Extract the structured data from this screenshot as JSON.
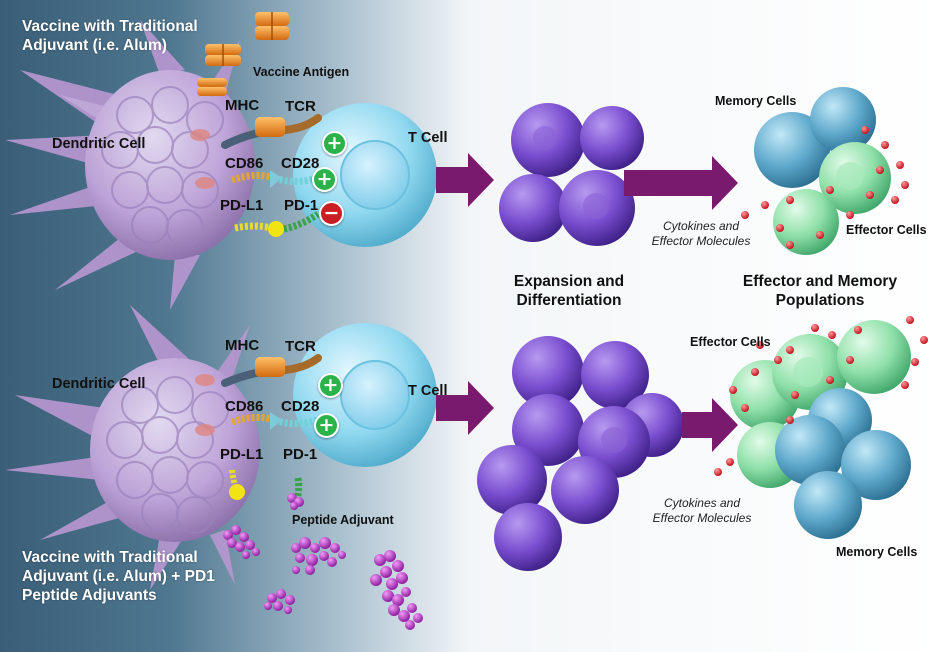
{
  "top_panel": {
    "title": "Vaccine with Traditional Adjuvant (i.e. Alum)",
    "vaccine_antigen": "Vaccine Antigen",
    "dendritic_cell": "Dendritic Cell",
    "mhc": "MHC",
    "tcr": "TCR",
    "cd86": "CD86",
    "cd28": "CD28",
    "pdl1": "PD-L1",
    "pd1": "PD-1",
    "t_cell": "T Cell",
    "signals": [
      "+",
      "+",
      "−"
    ],
    "memory_cells": "Memory Cells",
    "effector_cells": "Effector Cells",
    "cytokines": "Cytokines and Effector Molecules"
  },
  "middle": {
    "expansion": "Expansion and Differentiation",
    "effector_memory": "Effector and Memory Populations"
  },
  "bottom_panel": {
    "title": "Vaccine with Traditional Adjuvant (i.e. Alum) + PD1 Peptide Adjuvants",
    "dendritic_cell": "Dendritic Cell",
    "mhc": "MHC",
    "tcr": "TCR",
    "cd86": "CD86",
    "cd28": "CD28",
    "pdl1": "PD-L1",
    "pd1": "PD-1",
    "t_cell": "T Cell",
    "peptide_adjuvant": "Peptide Adjuvant",
    "signals": [
      "+",
      "+"
    ],
    "effector_cells": "Effector Cells",
    "memory_cells": "Memory Cells",
    "cytokines": "Cytokines and Effector Molecules"
  },
  "colors": {
    "background_left": "#3a5e77",
    "dendritic_cell": "#c7a8de",
    "t_cell": "#8fd8f0",
    "expanded_cell": "#7a4ed0",
    "memory_cell": "#5fa9cc",
    "effector_cell": "#8fe0a8",
    "arrow": "#7a1a6e",
    "antigen": "#f0932a",
    "peptide": "#c13ad0",
    "cytokine": "#e0232e",
    "plus": "#2bb34a",
    "minus": "#c81e24"
  }
}
